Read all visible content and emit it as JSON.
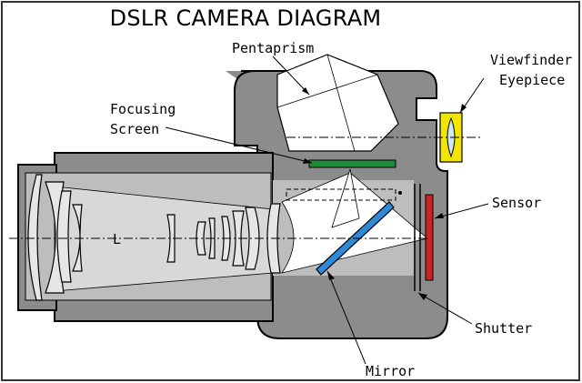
{
  "title": "DSLR CAMERA DIAGRAM",
  "labels": {
    "pentaprism": "Pentaprism",
    "viewfinder_line1": "Viewfinder",
    "viewfinder_line2": "Eyepiece",
    "focusing_line1": "Focusing",
    "focusing_line2": "Screen",
    "sensor": "Sensor",
    "shutter": "Shutter",
    "mirror": "Mirror",
    "lens_mark": "L"
  },
  "colors": {
    "body": "#8c8c8c",
    "lens_barrel": "#8c8c8c",
    "focusing_screen": "#1f8c3a",
    "mirror": "#2e8ad8",
    "sensor": "#cc2222",
    "eyepiece": "#f2e600",
    "glass": "#e6e6e6",
    "outline": "#000000"
  }
}
